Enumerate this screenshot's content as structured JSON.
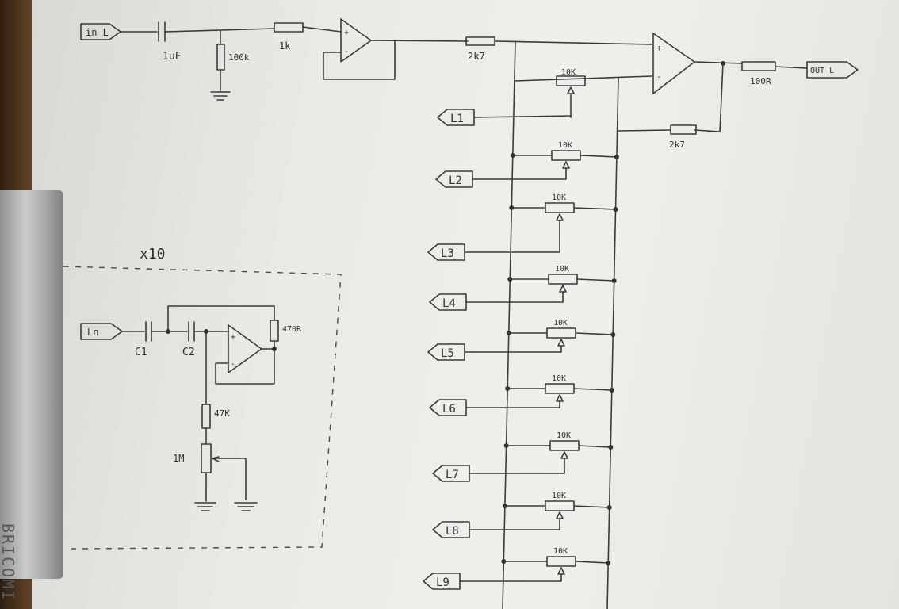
{
  "labels": {
    "input_connector": "in L",
    "cap_in": "1uF",
    "res_100k": "100k",
    "res_1k": "1k",
    "res_2k7_series": "2k7",
    "res_2k7_feedback": "2k7",
    "res_100r": "100R",
    "output_connector": "OUT L",
    "block_multiplier": "x10",
    "filter_input": "Ln",
    "cap_c1": "C1",
    "cap_c2": "C2",
    "res_470r": "470R",
    "res_47k": "47K",
    "pot_1m": "1M",
    "pot_top": "10K"
  },
  "band_inputs": [
    "L1",
    "L2",
    "L3",
    "L4",
    "L5",
    "L6",
    "L7",
    "L8",
    "L9"
  ],
  "band_pots": [
    "10K",
    "10K",
    "10K",
    "10K",
    "10K",
    "10K",
    "10K",
    "10K",
    "10K"
  ],
  "clip_text": "BRICOMI"
}
